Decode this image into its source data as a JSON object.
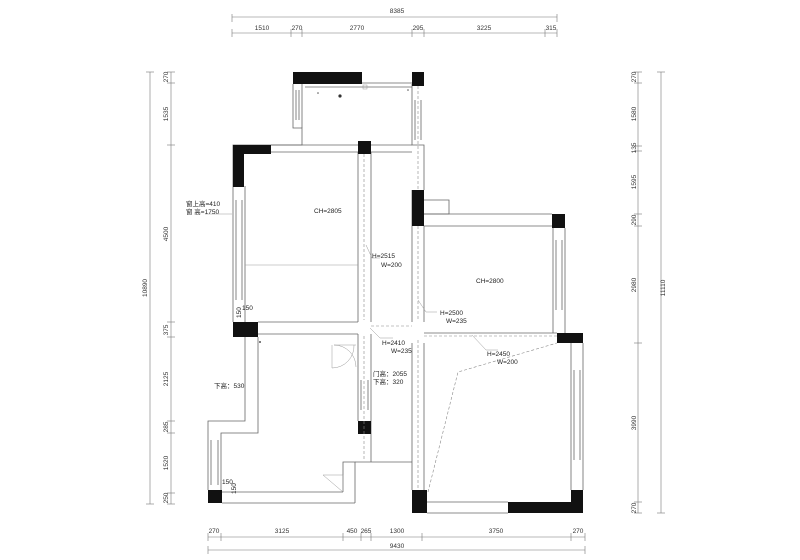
{
  "dimensions": {
    "top_total": "8385",
    "top_segments": [
      "1510",
      "270",
      "2770",
      "295",
      "3225",
      "315"
    ],
    "bottom_total": "9430",
    "bottom_segments": [
      "270",
      "3125",
      "450",
      "265",
      "1300",
      "3750",
      "270"
    ],
    "left_total": "10890",
    "left_segments": [
      "270",
      "1535",
      "4500",
      "375",
      "2125",
      "285",
      "1520",
      "250"
    ],
    "right_total": "11110",
    "right_segments": [
      "270",
      "1580",
      "135",
      "1595",
      "290",
      "2980",
      "3990",
      "270"
    ]
  },
  "labels": {
    "window_top_1": "窗上高=410",
    "window_top_2": "窗  高=1750",
    "ceiling_1": "CH=2805",
    "ceiling_2": "CH=2800",
    "opening_1_h": "H=2515",
    "opening_1_w": "W=200",
    "opening_2_h": "H=2500",
    "opening_2_w": "W=235",
    "opening_3_h": "H=2410",
    "opening_3_w": "W=235",
    "opening_4_h": "H=2450",
    "opening_4_w": "W=200",
    "door_1": "门高：2055",
    "door_2": "下高：320",
    "sill_left": "下高：530",
    "small_1a": "150",
    "small_1b": "150",
    "small_2a": "150",
    "small_2b": "150"
  }
}
